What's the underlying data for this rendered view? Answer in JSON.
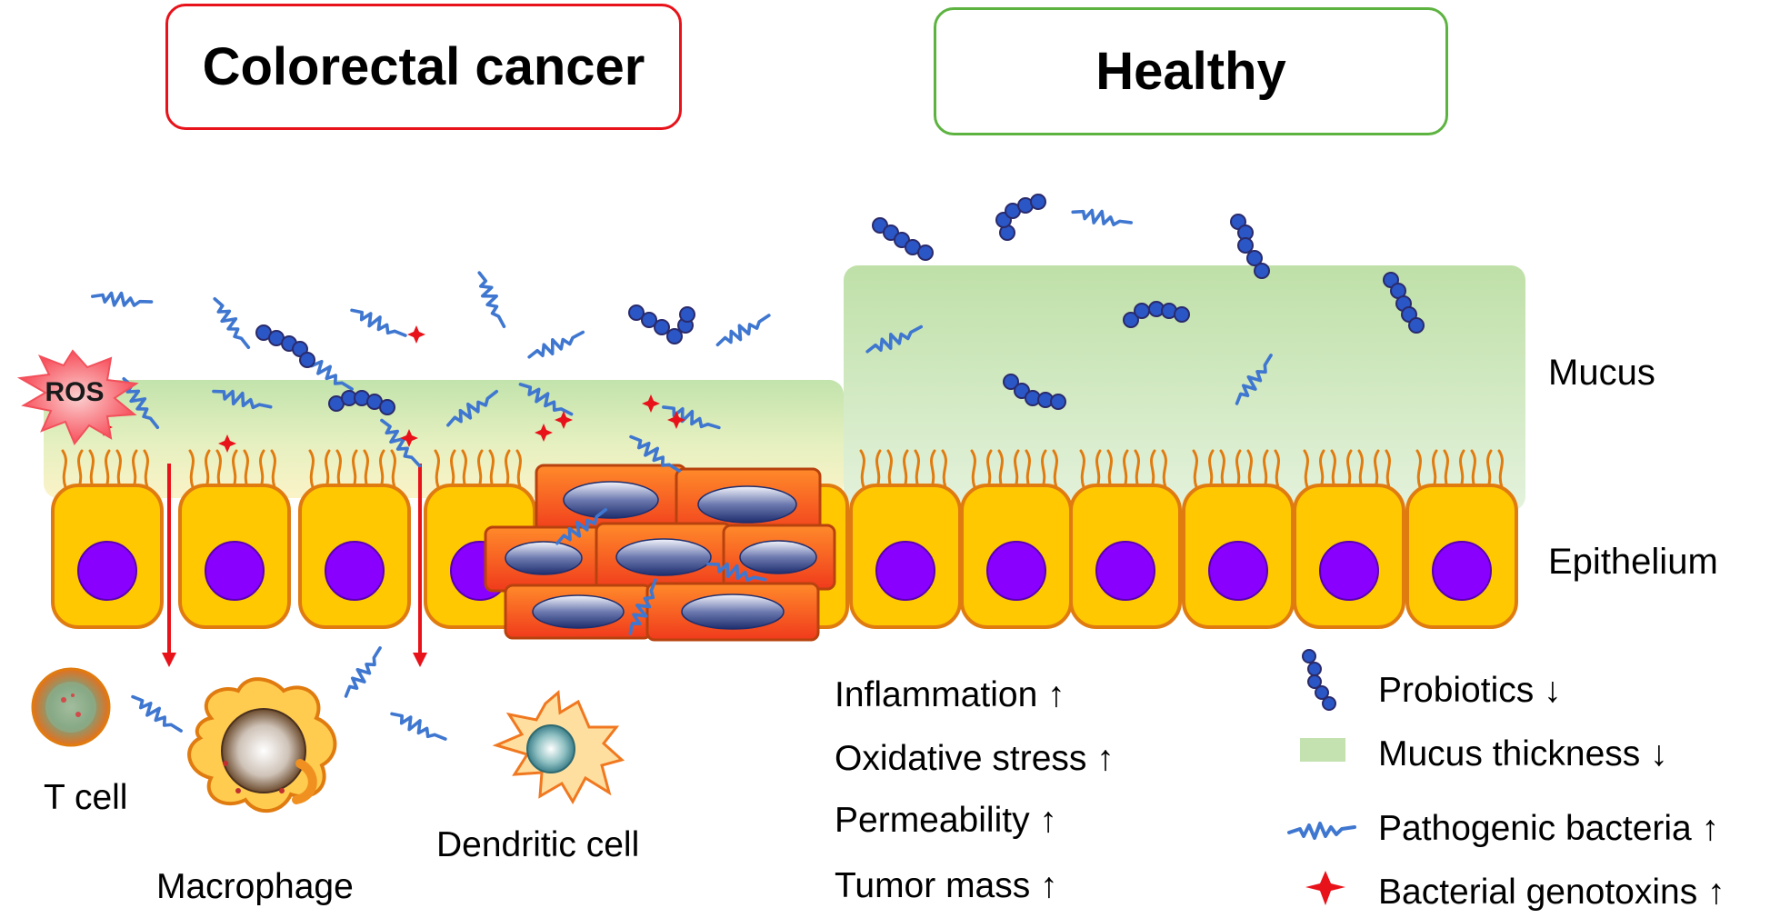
{
  "titles": {
    "cancer": "Colorectal cancer",
    "healthy": "Healthy"
  },
  "layer_labels": {
    "mucus": "Mucus",
    "epithelium": "Epithelium"
  },
  "stress_markers": {
    "ros": "ROS"
  },
  "immune_cells": {
    "t_cell": "T cell",
    "macrophage": "Macrophage",
    "dendritic_cell": "Dendritic cell"
  },
  "changes": [
    {
      "label": "Inflammation",
      "arrow": "↑"
    },
    {
      "label": "Oxidative stress",
      "arrow": "↑"
    },
    {
      "label": "Permeability",
      "arrow": "↑"
    },
    {
      "label": "Tumor mass",
      "arrow": "↑"
    }
  ],
  "legend": [
    {
      "icon": "probiotics-chain-icon",
      "label": "Probiotics",
      "arrow": "↓"
    },
    {
      "icon": "mucus-swatch-icon",
      "label": "Mucus thickness",
      "arrow": "↓"
    },
    {
      "icon": "pathogenic-bacteria-icon",
      "label": "Pathogenic bacteria",
      "arrow": "↑"
    },
    {
      "icon": "genotoxin-star-icon",
      "label": "Bacterial genotoxins",
      "arrow": "↑"
    }
  ],
  "colors": {
    "cancer_accent": "#e8121a",
    "healthy_accent": "#5db340",
    "mucus": "#bfe0a8",
    "cell_fill": "#ffc800",
    "cell_outline": "#e07b10",
    "nucleus": "#8a00ff",
    "probiotic": "#2a56c6",
    "bacteria": "#3f77d0",
    "genotoxin": "#e8121a"
  }
}
